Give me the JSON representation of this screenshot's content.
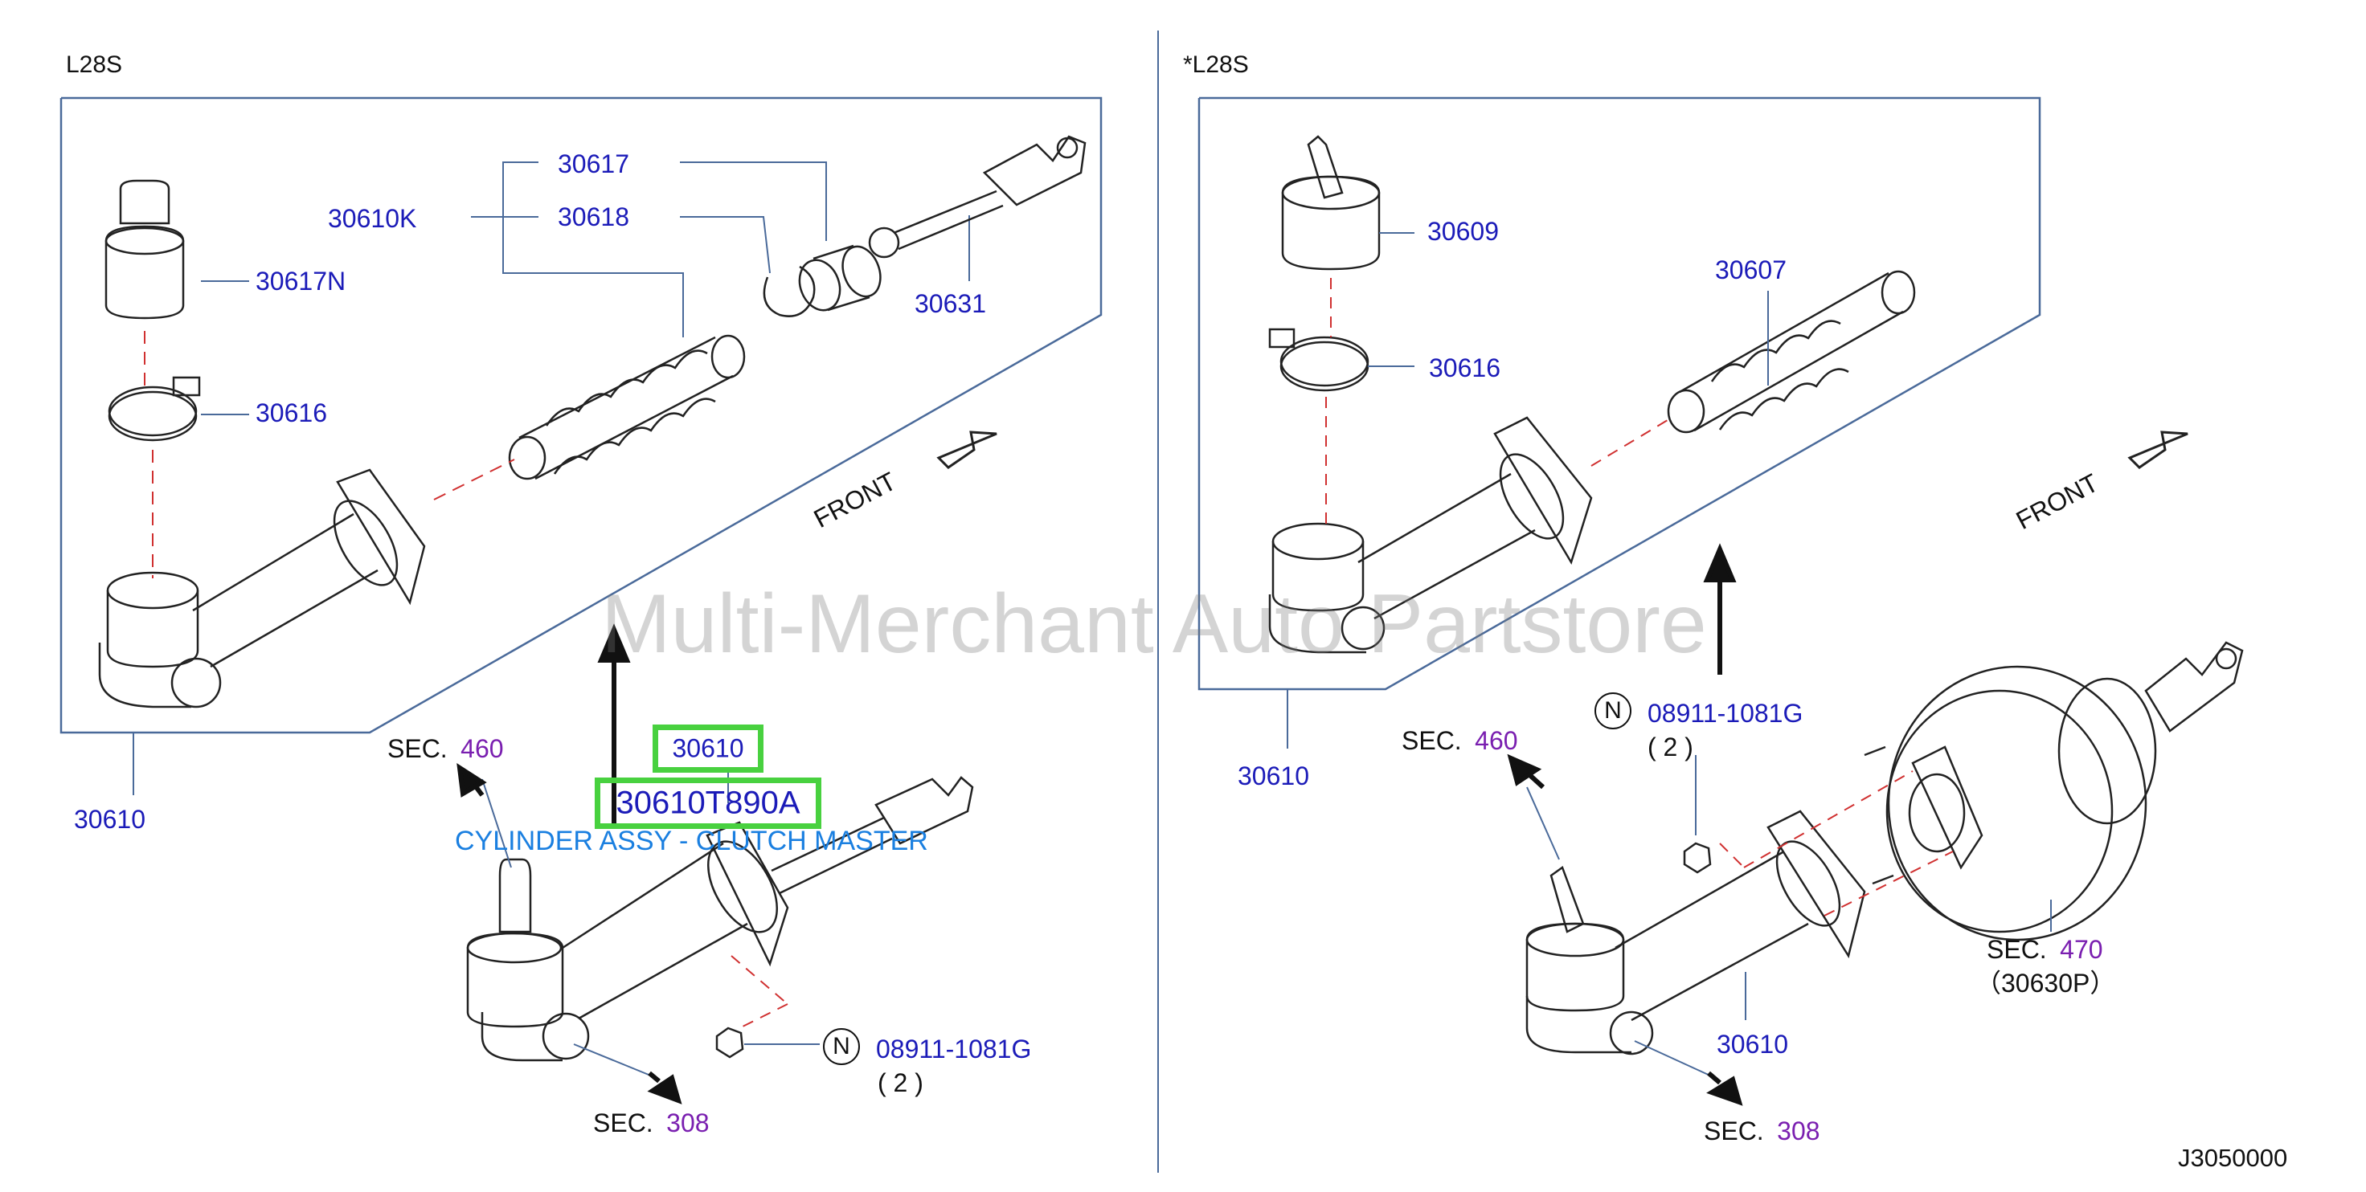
{
  "left_panel": {
    "header": "L28S",
    "parts": {
      "p30617": "30617",
      "p30618": "30618",
      "p30610K": "30610K",
      "p30617N": "30617N",
      "p30616": "30616",
      "p30631": "30631",
      "p30610_frame": "30610"
    },
    "front_label": "FRONT",
    "sec_460": {
      "prefix": "SEC.",
      "number": "460"
    },
    "sec_308": {
      "prefix": "SEC.",
      "number": "308"
    },
    "highlight_part": "30610",
    "highlight_oem": "30610T890A",
    "description": "CYLINDER ASSY - CLUTCH MASTER",
    "nut": {
      "symbol": "N",
      "part": "08911-1081G",
      "qty": "( 2 )"
    }
  },
  "right_panel": {
    "header": "*L28S",
    "parts": {
      "p30609": "30609",
      "p30607": "30607",
      "p30616": "30616",
      "p30610_frame": "30610",
      "p30610_main": "30610"
    },
    "front_label": "FRONT",
    "sec_460": {
      "prefix": "SEC.",
      "number": "460"
    },
    "sec_308": {
      "prefix": "SEC.",
      "number": "308"
    },
    "sec_470": {
      "prefix": "SEC.",
      "number": "470",
      "sub": "（30630P）"
    },
    "nut": {
      "symbol": "N",
      "part": "08911-1081G",
      "qty": "( 2 )"
    }
  },
  "watermark": "Multi-Merchant Auto Partstore",
  "diagram_code": "J3050000"
}
